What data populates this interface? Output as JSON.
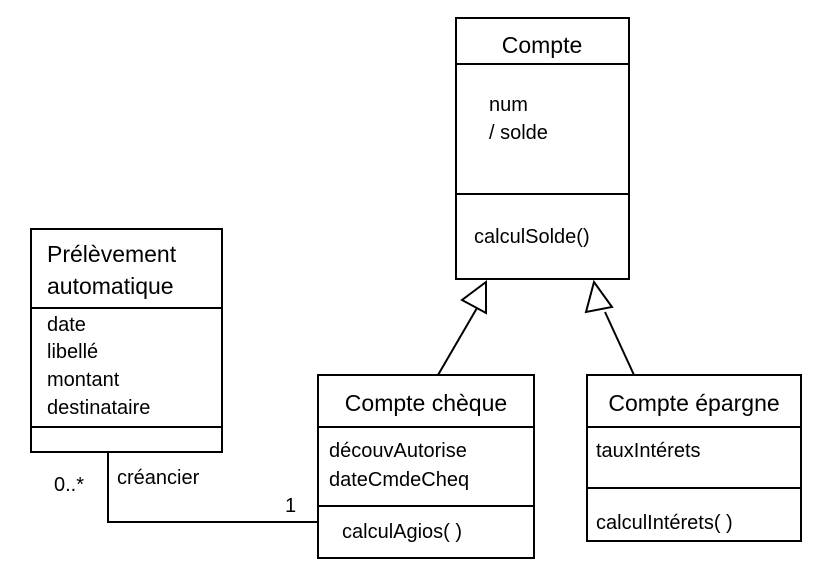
{
  "classes": {
    "compte": {
      "name": "Compte",
      "attributes": [
        "num",
        "/ solde"
      ],
      "methods": [
        "calculSolde()"
      ]
    },
    "prelevement": {
      "name_lines": [
        "Prélèvement",
        "automatique"
      ],
      "attributes": [
        "date",
        "libellé",
        "montant",
        "destinataire"
      ],
      "methods": []
    },
    "compte_cheque": {
      "name": "Compte chèque",
      "attributes": [
        "découvAutorise",
        "dateCmdeCheq"
      ],
      "methods": [
        "calculAgios( )"
      ]
    },
    "compte_epargne": {
      "name": "Compte épargne",
      "attributes": [
        "tauxIntérets"
      ],
      "methods": [
        "calculIntérets( )"
      ]
    }
  },
  "association": {
    "role": "créancier",
    "multiplicity_prelevement": "0..*",
    "multiplicity_cheque": "1"
  }
}
